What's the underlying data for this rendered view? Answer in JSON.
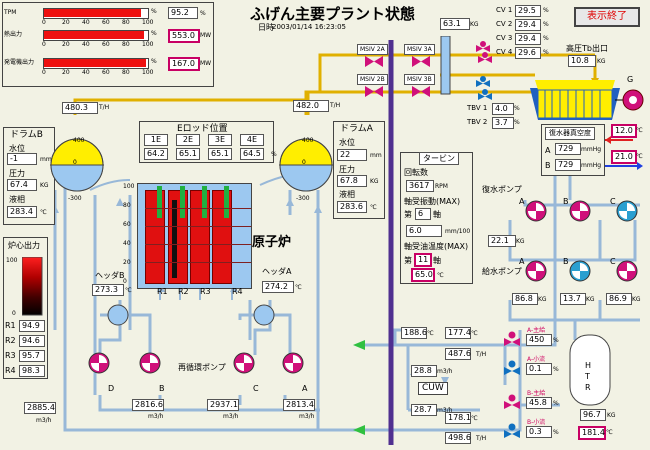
{
  "title": "ふげん主要プラント状態",
  "datetime_label": "日時",
  "datetime": "2003/01/14 16:23:05",
  "exit_button": "表示終了",
  "top_bars": {
    "ticks": [
      "0",
      "20",
      "40",
      "60",
      "80",
      "100"
    ],
    "items": [
      {
        "label": "TPM",
        "value": "95.2",
        "unit": "%",
        "fraction": 0.95
      },
      {
        "label": "熱出力",
        "value": "553.0",
        "unit": "MW",
        "fraction": 0.98
      },
      {
        "label": "発電機出力",
        "value": "167.0",
        "unit": "MW",
        "fraction": 1.0
      }
    ]
  },
  "drum_b": {
    "title": "ドラムB",
    "level_label": "水位",
    "level": "-1",
    "level_unit": "mm",
    "pressure_label": "圧力",
    "pressure": "67.4",
    "pressure_unit": "KG",
    "temp_label": "液相",
    "temp": "283.4",
    "temp_unit": "℃"
  },
  "drum_a": {
    "title": "ドラムA",
    "level_label": "水位",
    "level": "22",
    "level_unit": "mm",
    "pressure_label": "圧力",
    "pressure": "67.8",
    "pressure_unit": "KG",
    "temp_label": "液相",
    "temp": "283.6",
    "temp_unit": "℃"
  },
  "drum_marks": {
    "top": "400",
    "zero": "0",
    "bottom": "-300"
  },
  "flows": {
    "drum_b_steam": "480.3",
    "drum_a_steam": "482.0",
    "unit": "T/H",
    "main_steam": "63.1",
    "main_steam_unit": "KG"
  },
  "erod": {
    "title": "Eロッド位置",
    "labels": [
      "1E",
      "2E",
      "3E",
      "4E"
    ],
    "values": [
      "64.2",
      "65.1",
      "65.1",
      "64.5"
    ],
    "unit": "%"
  },
  "reactor": {
    "title": "原子炉",
    "scale": [
      "100",
      "80",
      "60",
      "40",
      "20",
      "0"
    ],
    "regions": [
      "R1",
      "R2",
      "R3",
      "R4"
    ],
    "rods": [
      {
        "insert": 0.05
      },
      {
        "insert": 0.85
      },
      {
        "insert": 0.05
      },
      {
        "insert": 0.05
      }
    ]
  },
  "core_power": {
    "title": "炉心出力",
    "scale": [
      "100",
      "0"
    ],
    "items": [
      {
        "label": "R1",
        "value": "94.9"
      },
      {
        "label": "R2",
        "value": "94.6"
      },
      {
        "label": "R3",
        "value": "95.7"
      },
      {
        "label": "R4",
        "value": "98.3"
      }
    ]
  },
  "header_b": {
    "title": "ヘッダB",
    "value": "273.3",
    "unit": "℃"
  },
  "header_a": {
    "title": "ヘッダA",
    "value": "274.2",
    "unit": "℃"
  },
  "recirc": {
    "title": "再循環ポンプ",
    "pumps": [
      "D",
      "B",
      "C",
      "A"
    ],
    "flows": [
      "2885.4",
      "2816.6",
      "2937.1",
      "2813.4"
    ],
    "unit": "m3/h"
  },
  "valves": [
    "MSIV 2A",
    "MSIV 3A",
    "MSIV 2B",
    "MSIV 3B"
  ],
  "cv": [
    {
      "label": "CV 1",
      "value": "29.5",
      "unit": "%"
    },
    {
      "label": "CV 2",
      "value": "29.4",
      "unit": "%"
    },
    {
      "label": "CV 3",
      "value": "29.4",
      "unit": "%"
    },
    {
      "label": "CV 4",
      "value": "29.6",
      "unit": "%"
    }
  ],
  "tbv": [
    {
      "label": "TBV 1",
      "value": "4.0",
      "unit": "%"
    },
    {
      "label": "TBV 2",
      "value": "3.7",
      "unit": "%"
    }
  ],
  "hp_outlet": {
    "title": "高圧Tb出口",
    "value": "10.8",
    "unit": "KG"
  },
  "generator_label": "G",
  "condenser": {
    "title": "復水器真空度",
    "a_label": "A",
    "a_value": "729",
    "a_unit": "mmHg",
    "a_temp": "12.0",
    "b_label": "B",
    "b_value": "729",
    "b_unit": "mmHg",
    "b_temp": "21.0",
    "temp_unit": "℃"
  },
  "turbine": {
    "title": "タービン",
    "rpm_label": "回転数",
    "rpm": "3617",
    "rpm_unit": "RPM",
    "vib_label": "軸受振動(MAX)",
    "vib_no_prefix": "第",
    "vib_no": "6",
    "vib_no_suffix": "軸",
    "vib_value": "6.0",
    "vib_unit": "mm/100",
    "oil_label": "軸受油温度(MAX)",
    "oil_no_prefix": "第",
    "oil_no": "11",
    "oil_no_suffix": "軸",
    "oil_value": "65.0",
    "oil_unit": "℃"
  },
  "condensate_pumps": {
    "title": "復水ポンプ",
    "labels": [
      "A",
      "B",
      "C"
    ],
    "flow": "22.1",
    "flow_unit": "KG"
  },
  "feed_pumps": {
    "title": "給水ポンプ",
    "labels": [
      "A",
      "B",
      "C"
    ],
    "values": [
      "86.8",
      "13.7",
      "86.9"
    ],
    "unit": "KG"
  },
  "cuw": {
    "title": "CUW",
    "temp1": "188.6",
    "temp2": "177.4",
    "temp_unit": "℃",
    "flow1": "487.6",
    "flow1_unit": "T/H",
    "flow2": "28.8",
    "flow2_unit": "m3/h",
    "flow3": "28.7",
    "flow3_unit": "m3/h",
    "temp3": "178.1",
    "temp3_unit": "℃",
    "flow4": "498.6",
    "flow4_unit": "T/H"
  },
  "pump_boxes": [
    {
      "label": "A-主給",
      "value": "450",
      "unit": "%"
    },
    {
      "label": "A-小流",
      "value": "0.1",
      "unit": "%"
    },
    {
      "label": "B-主給",
      "value": "45.8",
      "unit": "%"
    },
    {
      "label": "B-小流",
      "value": "0.3",
      "unit": "%"
    }
  ],
  "htr": {
    "title": "HTR",
    "value1": "96.7",
    "value1_unit": "KG",
    "value2": "181.4",
    "value2_unit": "℃"
  }
}
